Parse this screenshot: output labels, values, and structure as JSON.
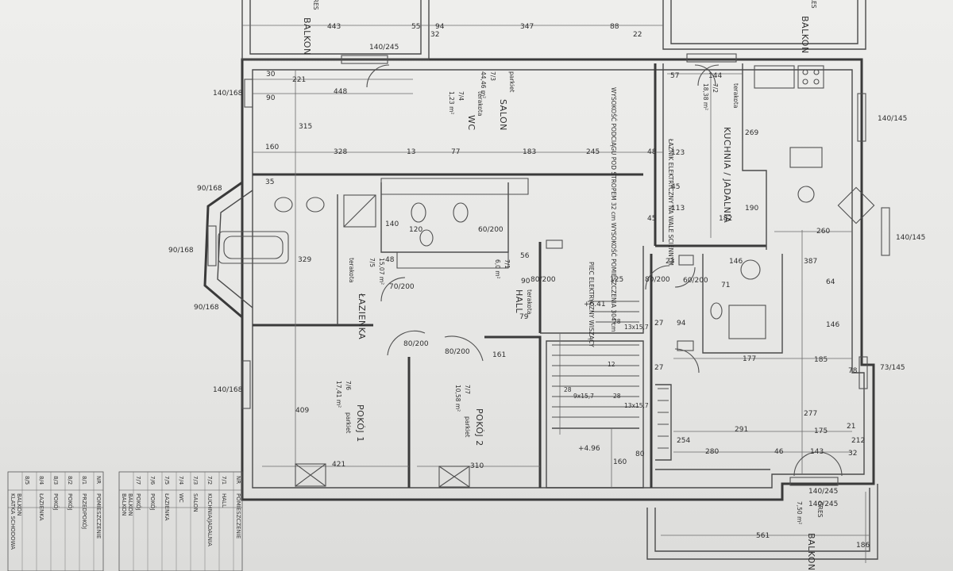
{
  "rooms": [
    {
      "id": "salon",
      "code": "7/3",
      "name": "SALON",
      "area": "44,46 m²",
      "floor": "parkiet"
    },
    {
      "id": "wc",
      "code": "7/4",
      "name": "WC",
      "area": "1,23 m²",
      "floor": "terakota"
    },
    {
      "id": "kuchnia",
      "code": "7/2",
      "name": "KUCHNIA / JADALNIA",
      "area": "18,38 m²",
      "floor": "terakota"
    },
    {
      "id": "lazienka",
      "code": "7/5",
      "name": "ŁAZIENKA",
      "area": "15,07 m²",
      "floor": "terakota"
    },
    {
      "id": "hall",
      "code": "7/1",
      "name": "HALL",
      "area": "6,0 m²",
      "floor": "terakota"
    },
    {
      "id": "pokoj1",
      "code": "7/6",
      "name": "POKÓJ 1",
      "area": "17,41 m²",
      "floor": "parkiet"
    },
    {
      "id": "pokoj2",
      "code": "7/7",
      "name": "POKÓJ 2",
      "area": "10,58 m²",
      "floor": "parkiet"
    },
    {
      "id": "balkon_b",
      "code": "",
      "name": "BALKON",
      "area": "7,50 m²",
      "floor": "GRES"
    },
    {
      "id": "balkon_tl",
      "code": "",
      "name": "BALKON",
      "area": "",
      "floor": "GRES"
    },
    {
      "id": "balkon_tr",
      "code": "",
      "name": "BALKON",
      "area": "",
      "floor": "GRES"
    }
  ],
  "notes": {
    "salon_ceiling": "WYSOKOŚĆ PODCIĄGU POD STROPEM 32 cm WYSOKOŚĆ POMIESZCZENIA 304 cm",
    "kuchnia_oven": "ŁAZNIK ELEKTRYCZNY NA WALE SCIENNYM",
    "hall_boiler": "PIEC ELEKTRYCZNY WISZĄCY",
    "level_hall": "+6.41",
    "level_stairs": "+4.96"
  },
  "dimensions": {
    "top_row": [
      "443",
      "55",
      "94",
      "347",
      "88",
      "22",
      "32"
    ],
    "salon": [
      "221",
      "448",
      "315",
      "160",
      "328",
      "13",
      "77",
      "183",
      "245",
      "48",
      "30",
      "90",
      "35"
    ],
    "windows": [
      "140/245",
      "140/168",
      "90/168",
      "90/168",
      "90/168",
      "140/168",
      "140/145",
      "140/145",
      "73/145",
      "140/245"
    ],
    "kitchen": [
      "57",
      "144",
      "269",
      "123",
      "45",
      "190",
      "182",
      "113",
      "45",
      "260",
      "387",
      "64",
      "146",
      "185",
      "277",
      "175",
      "21",
      "291",
      "254",
      "280",
      "46",
      "143",
      "32",
      "212"
    ],
    "bath": [
      "329",
      "140",
      "120",
      "48",
      "60/200",
      "70/200",
      "56",
      "90",
      "80/200",
      "79"
    ],
    "hall": [
      "125",
      "80/200",
      "60/200",
      "23",
      "146",
      "71",
      "94",
      "177",
      "27",
      "27",
      "78"
    ],
    "rooms_lower": [
      "409",
      "421",
      "310",
      "161",
      "80/200",
      "80/200",
      "160",
      "80"
    ],
    "stairs": [
      "28",
      "13x15,7",
      "12",
      "28",
      "9x15,7",
      "28",
      "13x15,7"
    ],
    "balcony": [
      "561",
      "186",
      "140/245"
    ]
  },
  "legend": {
    "left_header": [
      "NR",
      "POMIESZCZENIE"
    ],
    "left_rows": [
      [
        "8/1",
        "PRZEDPOKÓJ"
      ],
      [
        "8/2",
        "POKÓJ"
      ],
      [
        "8/3",
        "POKÓJ"
      ],
      [
        "8/4",
        "ŁAZIENKA"
      ],
      [
        "8/5",
        ""
      ],
      [
        "",
        "BALKON"
      ],
      [
        "",
        "KLATKA SCHODOWA"
      ]
    ],
    "right_header": [
      "NR",
      "POMIESZCZENIE"
    ],
    "right_rows": [
      [
        "7/1",
        "HALL"
      ],
      [
        "7/2",
        "KUCHNIA/JADALNIA"
      ],
      [
        "7/3",
        "SALON"
      ],
      [
        "7/4",
        "WC"
      ],
      [
        "7/5",
        "ŁAZIENKA"
      ],
      [
        "7/6",
        "POKÓJ"
      ],
      [
        "7/7",
        "POKÓJ"
      ],
      [
        "",
        "BALKON"
      ],
      [
        "",
        "BALKON"
      ]
    ]
  },
  "colors": {
    "paper": "#e9e9e7",
    "ink": "#3a3a3a"
  }
}
